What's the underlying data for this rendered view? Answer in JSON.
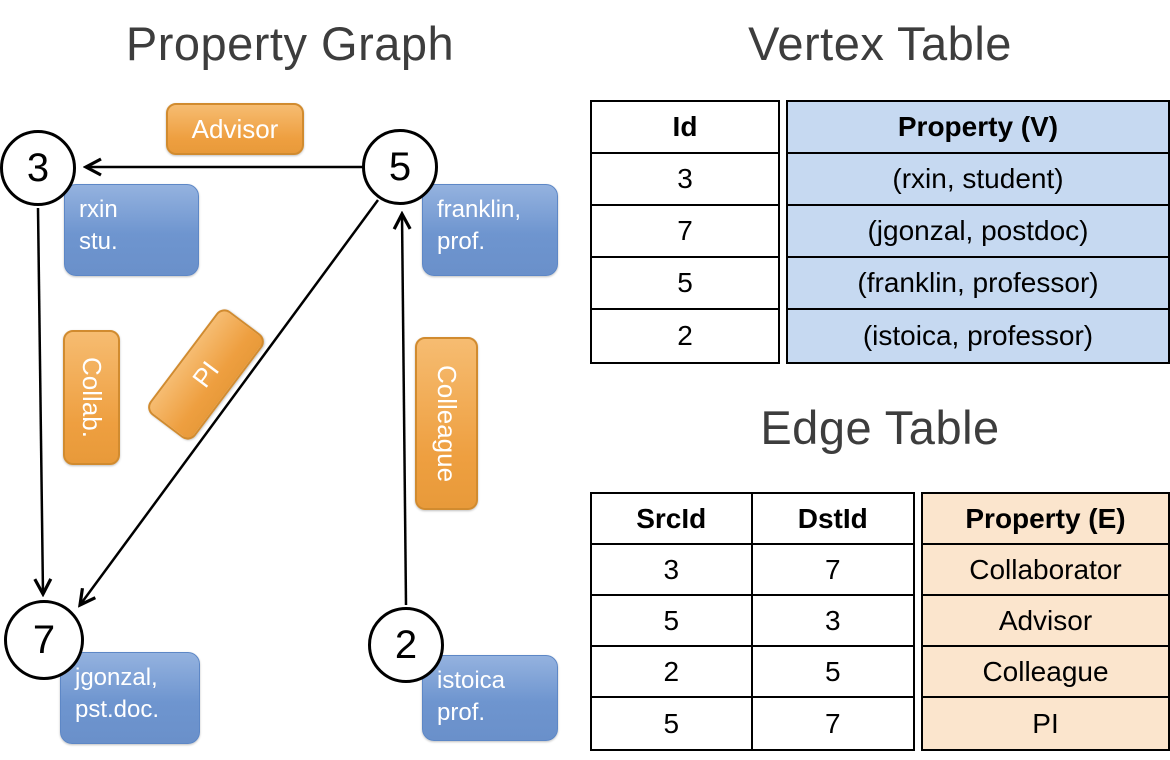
{
  "graph": {
    "title": "Property Graph",
    "vertices": [
      {
        "id": "3",
        "line1": "rxin",
        "line2": "stu."
      },
      {
        "id": "5",
        "line1": "franklin,",
        "line2": "prof."
      },
      {
        "id": "7",
        "line1": "jgonzal,",
        "line2": "pst.doc."
      },
      {
        "id": "2",
        "line1": "istoica",
        "line2": "prof."
      }
    ],
    "edge_labels": [
      "Advisor",
      "Collab.",
      "PI",
      "Colleague"
    ]
  },
  "vertex_table": {
    "title": "Vertex Table",
    "columns": [
      "Id",
      "Property (V)"
    ],
    "rows": [
      {
        "id": "3",
        "property": "(rxin, student)"
      },
      {
        "id": "7",
        "property": "(jgonzal, postdoc)"
      },
      {
        "id": "5",
        "property": "(franklin, professor)"
      },
      {
        "id": "2",
        "property": "(istoica, professor)"
      }
    ]
  },
  "edge_table": {
    "title": "Edge Table",
    "columns": [
      "SrcId",
      "DstId",
      "Property (E)"
    ],
    "rows": [
      {
        "src": "3",
        "dst": "7",
        "property": "Collaborator"
      },
      {
        "src": "5",
        "dst": "3",
        "property": "Advisor"
      },
      {
        "src": "2",
        "dst": "5",
        "property": "Colleague"
      },
      {
        "src": "5",
        "dst": "7",
        "property": "PI"
      }
    ]
  },
  "colors": {
    "edge_label_fill": "#ee9f40",
    "vertex_prop_fill": "#6e95cf",
    "vertex_table_accent": "#c6d9f1",
    "edge_table_accent": "#fbe5cd"
  }
}
